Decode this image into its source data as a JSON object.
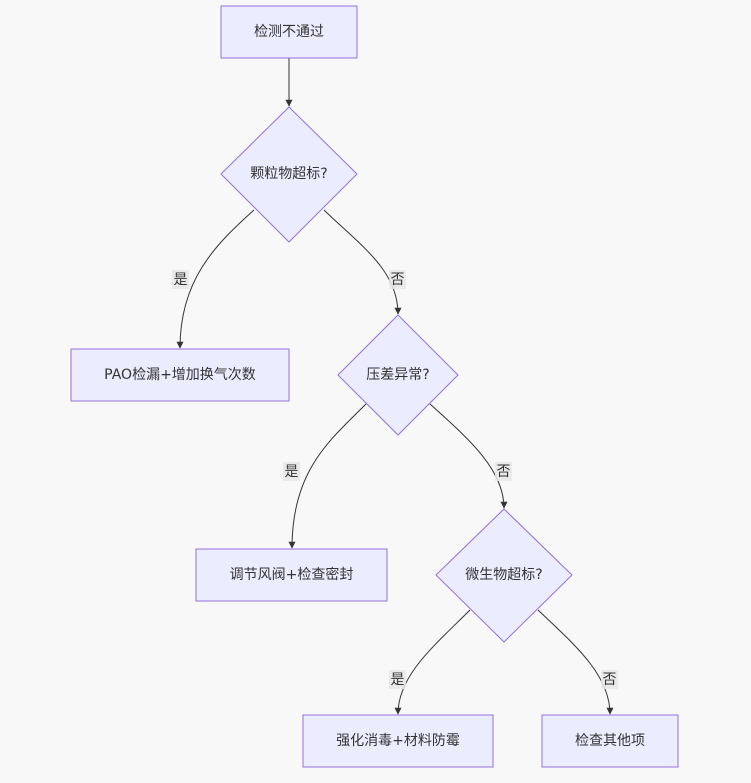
{
  "nodes": {
    "start": "检测不通过",
    "particles": "颗粒物超标?",
    "pao": "PAO检漏+增加换气次数",
    "pressure": "压差异常?",
    "adjust": "调节风阀+检查密封",
    "microbe": "微生物超标?",
    "disinfect": "强化消毒+材料防霉",
    "other": "检查其他项"
  },
  "edges": {
    "yes": "是",
    "no": "否"
  },
  "colors": {
    "node_fill": "#ececff",
    "node_stroke": "#9370db",
    "edge": "#333333",
    "background": "#f8f8f8"
  }
}
